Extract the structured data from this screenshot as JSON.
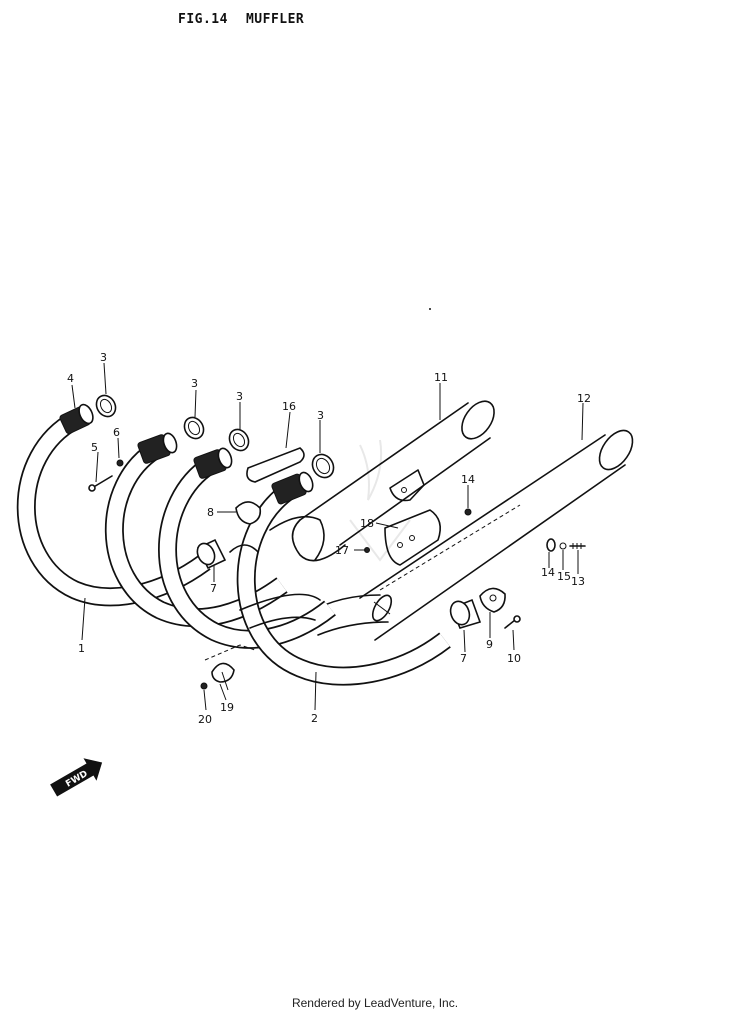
{
  "figure": {
    "number": "FIG.14",
    "name": "MUFFLER"
  },
  "callouts": {
    "c1": "1",
    "c2": "2",
    "c3a": "3",
    "c3b": "3",
    "c3c": "3",
    "c3d": "3",
    "c4": "4",
    "c5": "5",
    "c6": "6",
    "c7a": "7",
    "c7b": "7",
    "c8": "8",
    "c9": "9",
    "c10": "10",
    "c11": "11",
    "c12": "12",
    "c13": "13",
    "c14a": "14",
    "c14b": "14",
    "c15": "15",
    "c16": "16",
    "c17": "17",
    "c18": "18",
    "c19": "19",
    "c20": "20"
  },
  "fwd_label": "FWD",
  "footer": "Rendered by LeadVenture, Inc."
}
